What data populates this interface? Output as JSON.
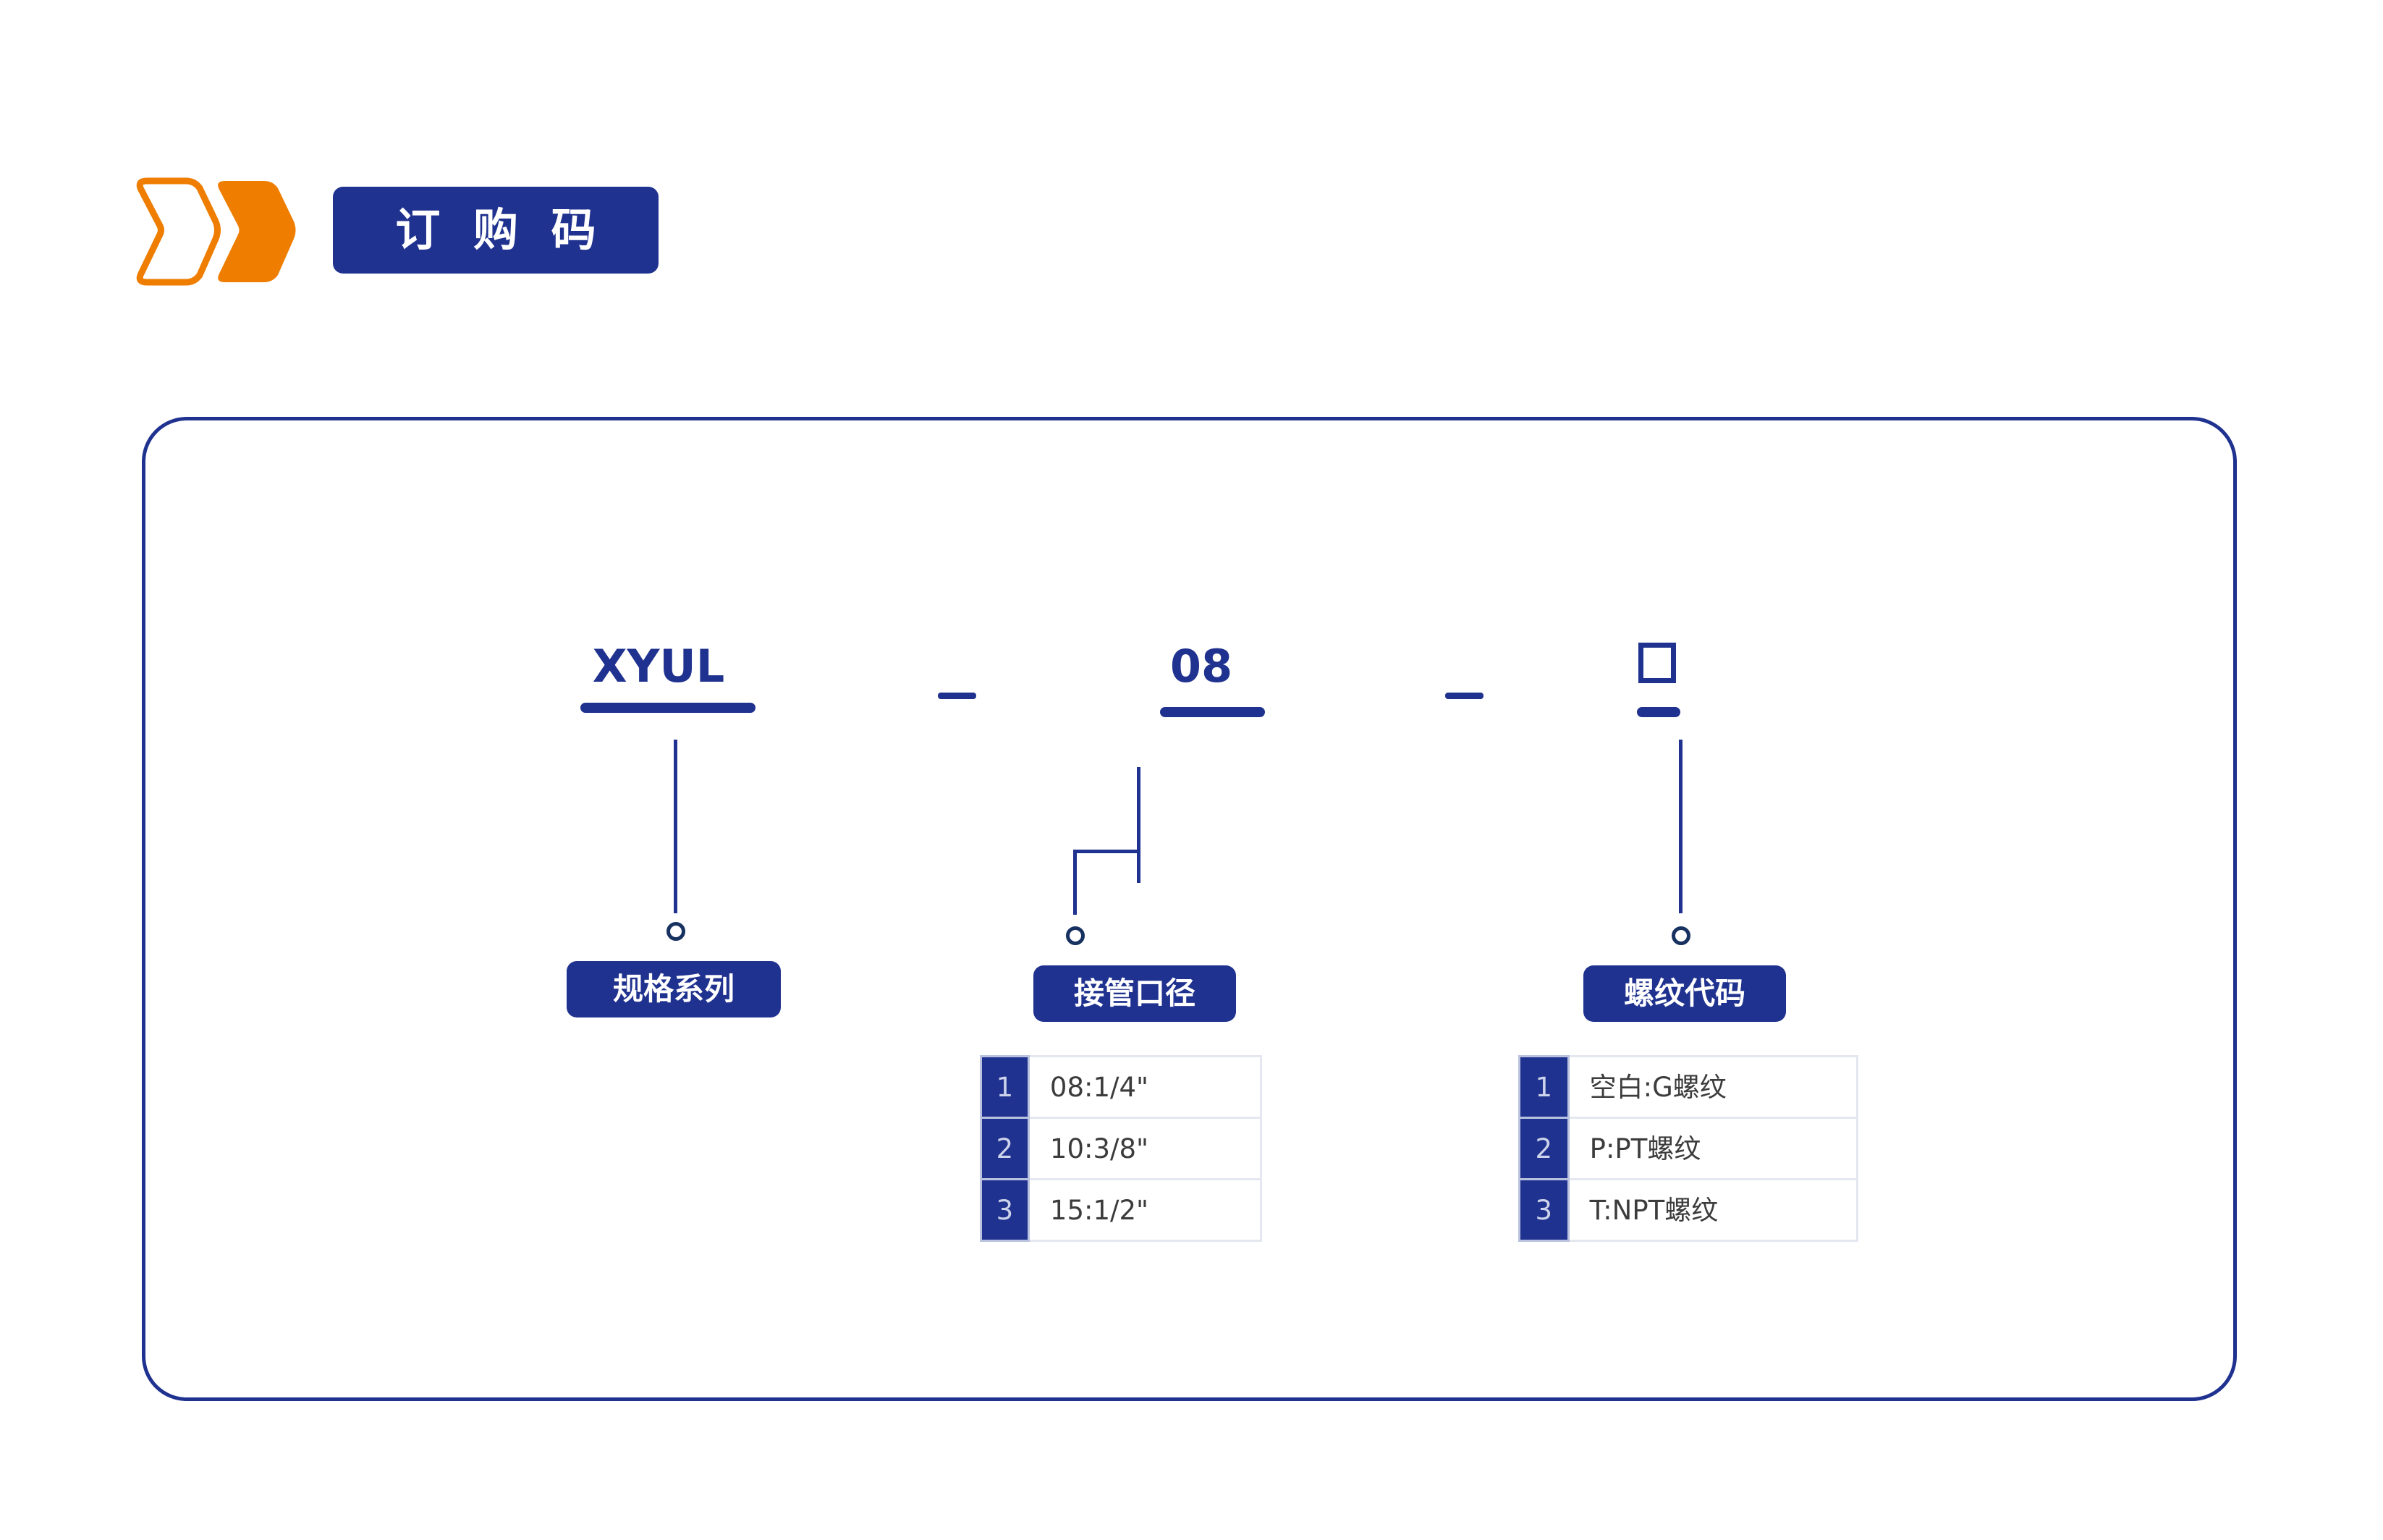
{
  "header": {
    "chevron_icon_outline": "chevron-outline-icon",
    "chevron_icon_solid": "chevron-solid-icon",
    "title": "订 购 码",
    "badge_color": "#20328F",
    "chevron_color": "#EE7D00"
  },
  "card": {
    "border_color": "#20328F"
  },
  "order_code": {
    "segments": [
      {
        "token": "XYUL",
        "label": "规格系列"
      },
      {
        "token": "08",
        "label": "接管口径"
      },
      {
        "token": "□",
        "label": "螺纹代码"
      }
    ],
    "separator": "—"
  },
  "tables": [
    {
      "name": "接管口径",
      "rows": [
        {
          "index": "1",
          "value": "08:1/4\""
        },
        {
          "index": "2",
          "value": "10:3/8\""
        },
        {
          "index": "3",
          "value": "15:1/2\""
        }
      ]
    },
    {
      "name": "螺纹代码",
      "rows": [
        {
          "index": "1",
          "value": "空白:G螺纹"
        },
        {
          "index": "2",
          "value": "P:PT螺纹"
        },
        {
          "index": "3",
          "value": "T:NPT螺纹"
        }
      ]
    }
  ],
  "colors": {
    "primary_blue": "#20328F",
    "accent_orange": "#EE7D00",
    "table_border": "#E4E7EF",
    "text_gray": "#3C3C3C"
  }
}
